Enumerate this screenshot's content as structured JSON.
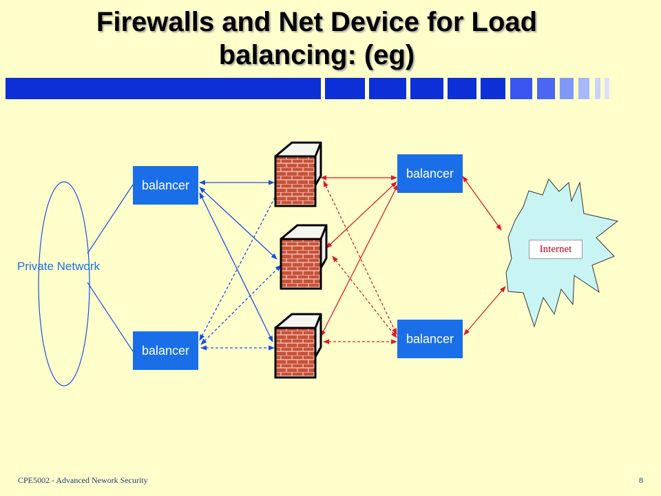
{
  "slide": {
    "title_line1": "Firewalls and Net Device for Load",
    "title_line2": "balancing: (eg)",
    "footer_left": "CPE5002 -  Advanced Nework  Security",
    "page_number": "8"
  },
  "diagram": {
    "private_network_label": "Private Network",
    "internet_label": "Internet",
    "balancers": {
      "left_top": "balancer",
      "left_bottom": "balancer",
      "right_top": "balancer",
      "right_bottom": "balancer"
    },
    "firewall_icon": "brick-wall-icon",
    "colors": {
      "background": "#ffffcc",
      "balancer_fill": "#1a6fe8",
      "left_links": "#1a4ce0",
      "right_links": "#e0182a",
      "internet_fill": "#c8f4f4"
    }
  }
}
